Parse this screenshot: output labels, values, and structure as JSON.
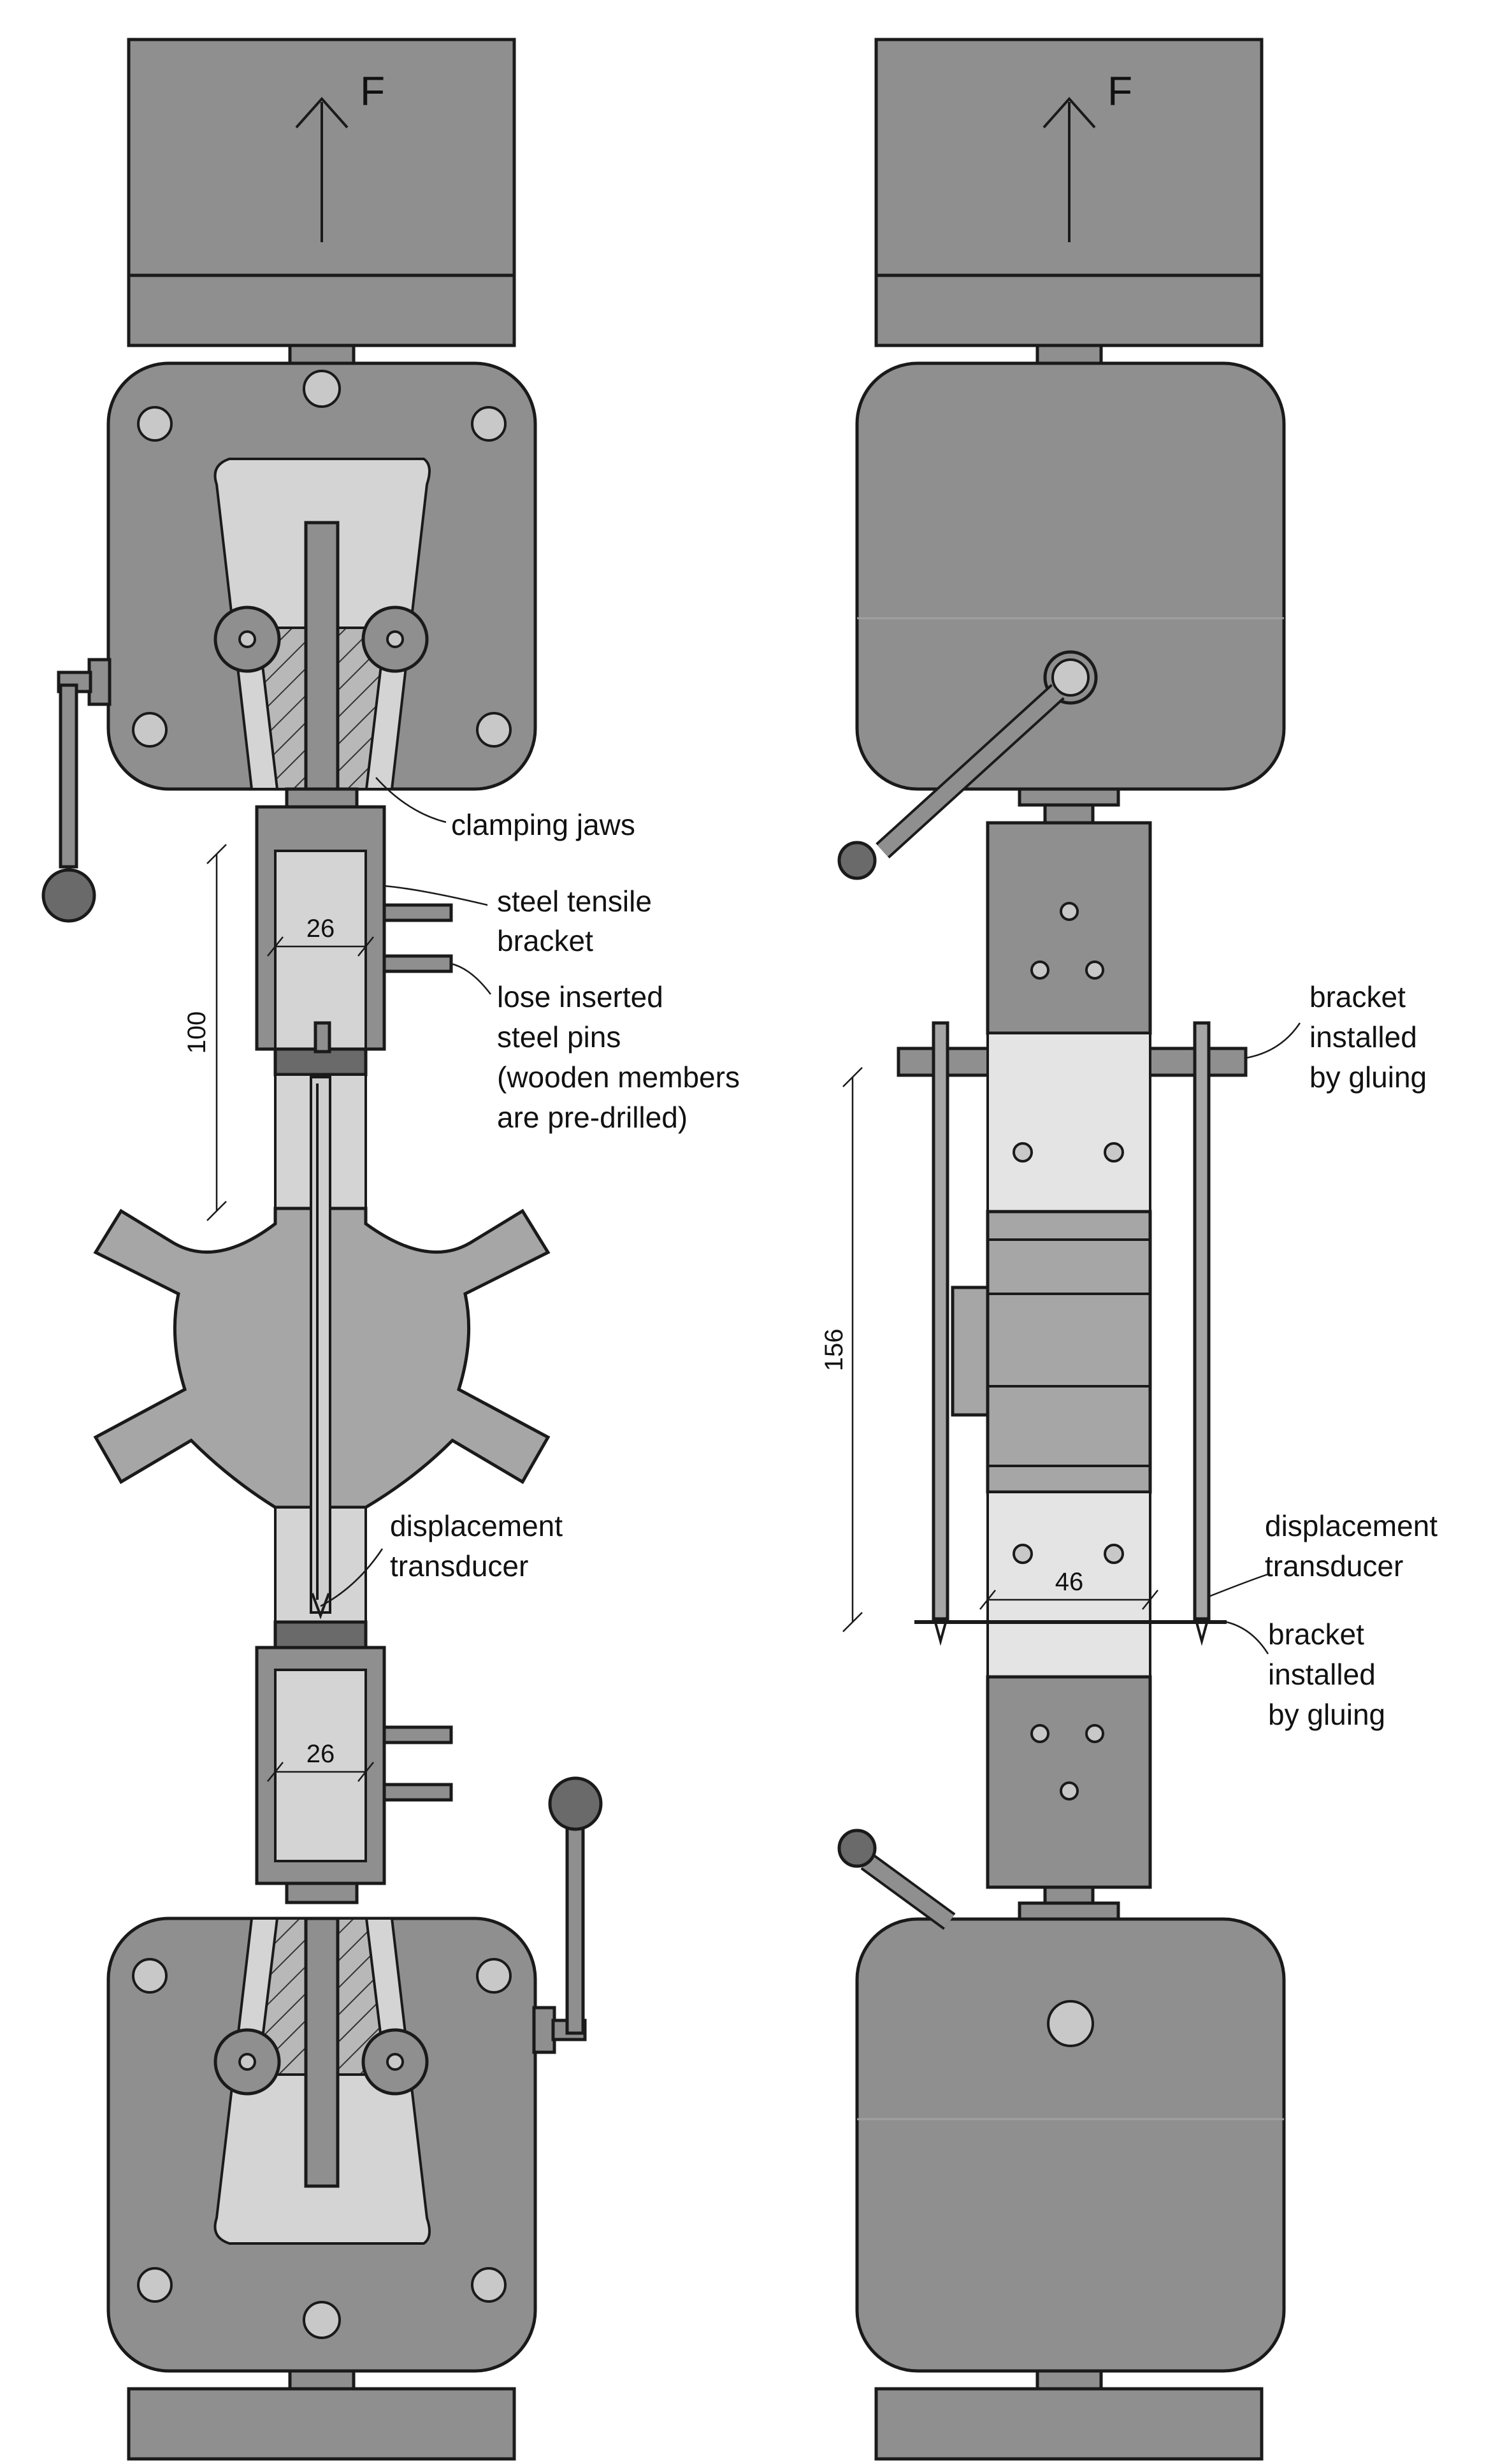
{
  "left_view": {
    "force_label": "F",
    "labels": {
      "clamping_jaws": "clamping jaws",
      "steel_tensile_bracket": [
        "steel tensile",
        "bracket"
      ],
      "lose_inserted_pins": [
        "lose inserted",
        "steel pins",
        "(wooden members",
        "are pre-drilled)"
      ],
      "displacement_transducer": [
        "displacement",
        "transducer"
      ]
    },
    "dimensions": {
      "bracket_width_top": "26",
      "bracket_width_bottom": "26",
      "bracket_length": "100"
    }
  },
  "right_view": {
    "force_label": "F",
    "labels": {
      "bracket_gluing_top": [
        "bracket",
        "installed",
        "by gluing"
      ],
      "displacement_transducer": [
        "displacement",
        "transducer"
      ],
      "bracket_gluing_bottom": [
        "bracket",
        "installed",
        "by gluing"
      ]
    },
    "dimensions": {
      "gauge_length": "156",
      "member_width": "46"
    }
  },
  "colors": {
    "frame": "#8f8f8f",
    "bracket": "#d4d4d4",
    "insert": "#6a6a6a",
    "outline": "#1a1a1a"
  }
}
